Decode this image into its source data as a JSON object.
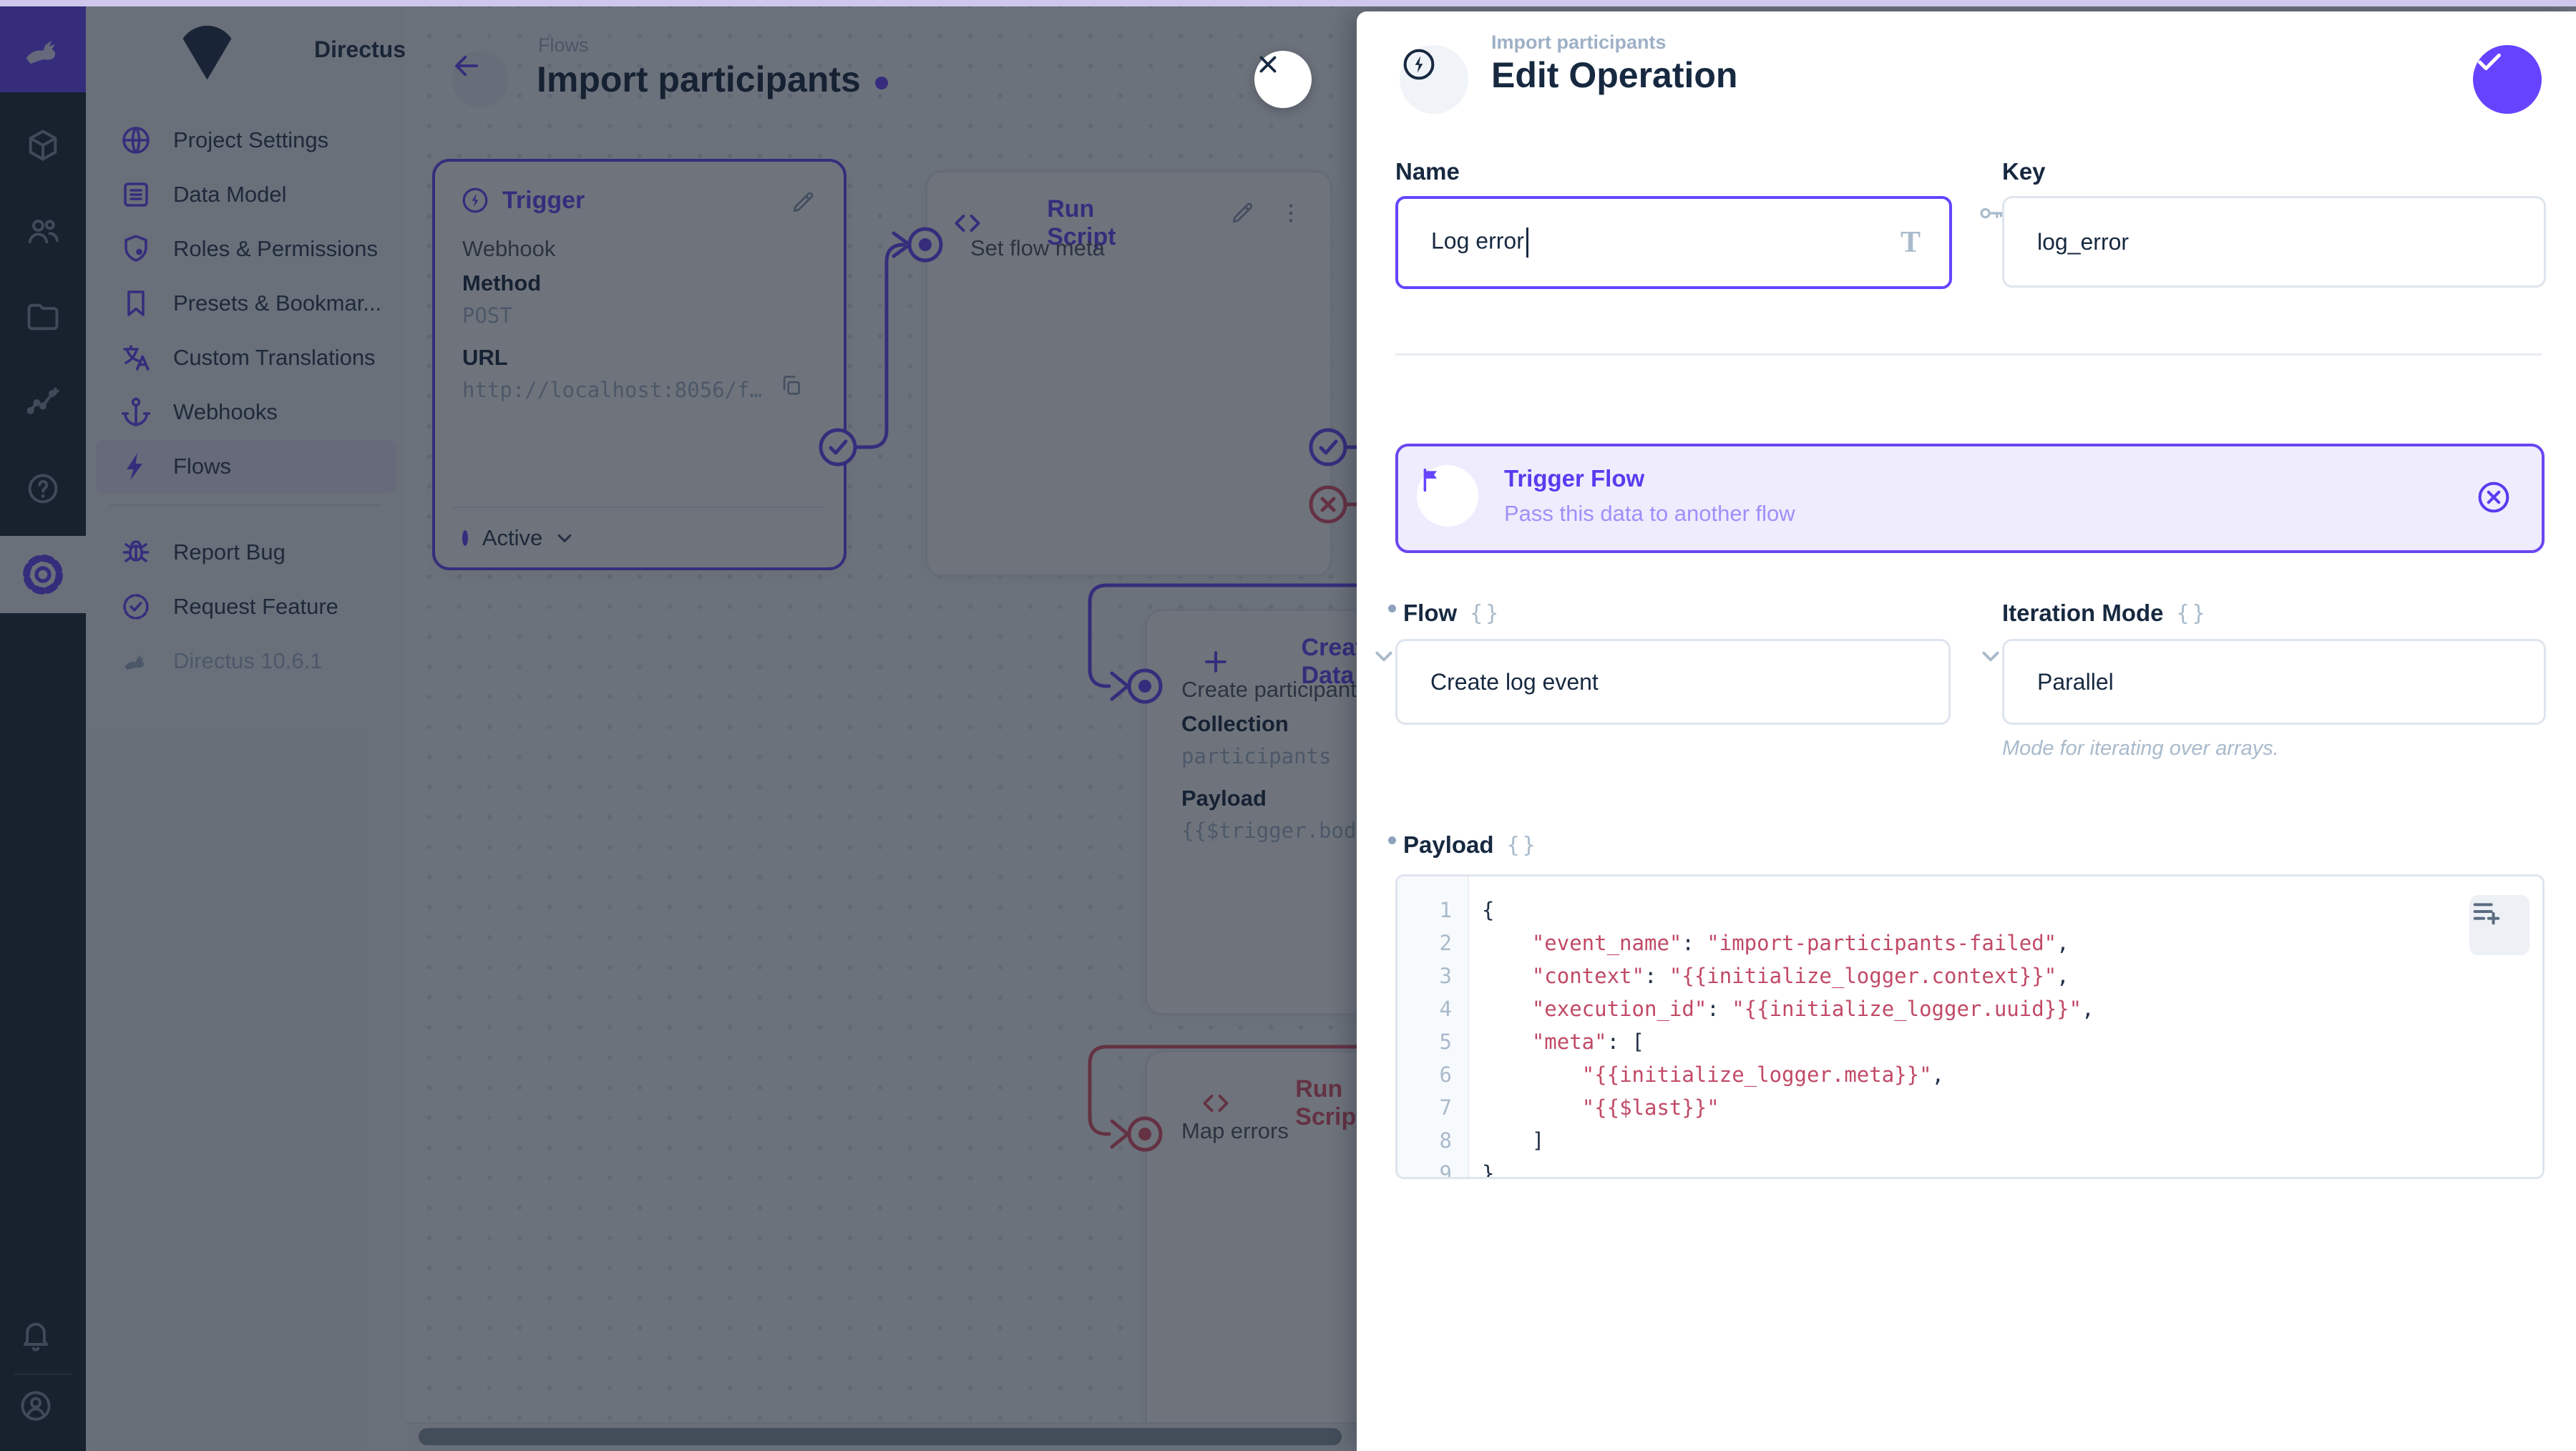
{
  "colors": {
    "accent": "#6644ff",
    "danger": "#e35169"
  },
  "moduleBar": {
    "logo_icon": "rabbit",
    "items": [
      {
        "icon": "cube-icon"
      },
      {
        "icon": "people-icon"
      },
      {
        "icon": "folder-icon"
      },
      {
        "icon": "chart-icon"
      },
      {
        "icon": "help-icon"
      },
      {
        "icon": "gear-icon",
        "active": true
      }
    ],
    "bottom": [
      {
        "icon": "bell-icon"
      },
      {
        "icon": "avatar-icon"
      }
    ]
  },
  "sidebar": {
    "project_name": "Directus",
    "items": [
      {
        "icon": "globe",
        "label": "Project Settings"
      },
      {
        "icon": "list",
        "label": "Data Model"
      },
      {
        "icon": "shield",
        "label": "Roles & Permissions"
      },
      {
        "icon": "bookmark",
        "label": "Presets & Bookmar..."
      },
      {
        "icon": "translate",
        "label": "Custom Translations"
      },
      {
        "icon": "anchor",
        "label": "Webhooks"
      },
      {
        "icon": "bolt",
        "label": "Flows",
        "active": true
      },
      {
        "divider": true
      },
      {
        "icon": "bug",
        "label": "Report Bug"
      },
      {
        "icon": "badge",
        "label": "Request Feature"
      },
      {
        "icon": "rabbit-sm",
        "label": "Directus 10.6.1",
        "muted": true
      }
    ]
  },
  "canvas": {
    "breadcrumb": "Flows",
    "title": "Import participants",
    "trigger": {
      "title": "Trigger",
      "type": "Webhook",
      "method_label": "Method",
      "method_value": "POST",
      "url_label": "URL",
      "url_value": "http://localhost:8056/f…",
      "status": "Active"
    },
    "run_script_1": {
      "title": "Run Script",
      "name": "Set flow meta"
    },
    "create_data": {
      "title": "Create Data",
      "name": "Create participant",
      "collection_label": "Collection",
      "collection_value": "participants",
      "payload_label": "Payload",
      "payload_value": "{{$trigger.bod"
    },
    "run_script_2": {
      "title": "Run Script",
      "name": "Map errors"
    }
  },
  "drawer": {
    "breadcrumb": "Import participants",
    "title": "Edit Operation",
    "name_label": "Name",
    "name_value": "Log error",
    "key_label": "Key",
    "key_value": "log_error",
    "trigger_flow_card": {
      "title": "Trigger Flow",
      "subtitle": "Pass this data to another flow"
    },
    "flow_label": "Flow",
    "flow_value": "Create log event",
    "iteration_label": "Iteration Mode",
    "iteration_value": "Parallel",
    "iteration_note": "Mode for iterating over arrays.",
    "payload_label": "Payload",
    "payload": {
      "lines": [
        "{",
        "    \"event_name\": \"import-participants-failed\",",
        "    \"context\": \"{{initialize_logger.context}}\",",
        "    \"execution_id\": \"{{initialize_logger.uuid}}\",",
        "    \"meta\": [",
        "        \"{{initialize_logger.meta}}\",",
        "        \"{{$last}}\"",
        "    ]",
        "}"
      ]
    }
  }
}
